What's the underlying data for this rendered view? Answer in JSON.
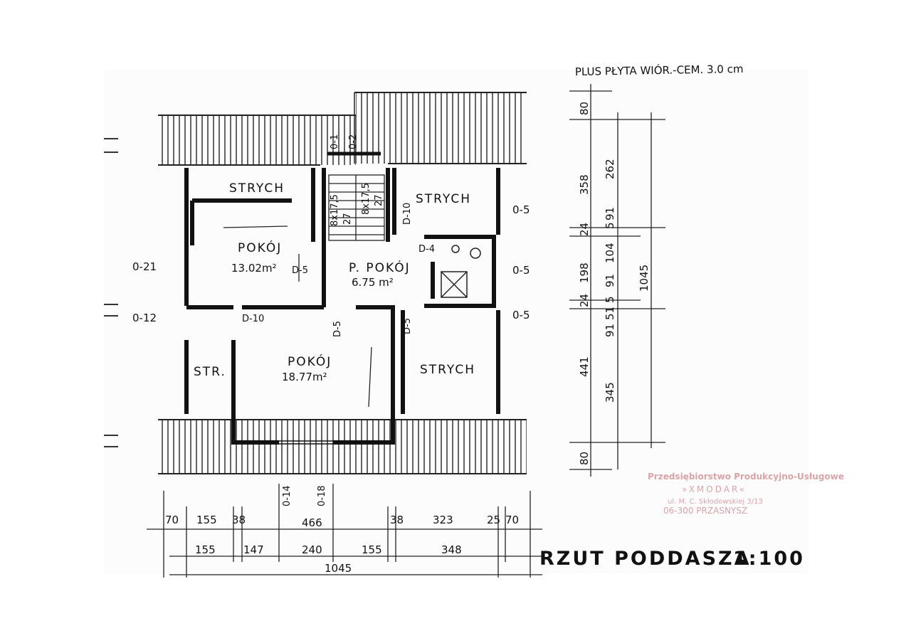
{
  "top_note": "PLUS PŁYTA WIÓR.-CEM. 3.0 cm",
  "rooms": {
    "strych_top_left": "STRYCH",
    "strych_top_right": "STRYCH",
    "pokoj_1": "POKÓJ",
    "pokoj_1_area": "13.02m²",
    "p_pokoj": "P. POKÓJ",
    "p_pokoj_area": "6.75 m²",
    "pokoj_2": "POKÓJ",
    "pokoj_2_area": "18.77m²",
    "str": "STR.",
    "strych_bottom_right": "STRYCH"
  },
  "codes": {
    "o1": "0-1",
    "o2": "0-2",
    "o21": "0-21",
    "o12": "0-12",
    "o5a": "0-5",
    "o5b": "0-5",
    "o5c": "0-5",
    "o14": "0-14",
    "o18": "0-18",
    "d10a": "D-10",
    "d10b": "D-10",
    "d4": "D-4",
    "d5a": "D-5",
    "d5b": "D-5",
    "d5c": "D-5",
    "stair_a": "8x17,5",
    "stair_b": "27",
    "stair_c": "8x17,5",
    "stair_d": "27"
  },
  "dims_bottom_row1": [
    "70",
    "155",
    "38",
    "466",
    "38",
    "323",
    "25",
    "70"
  ],
  "dims_bottom_row2": [
    "155",
    "147",
    "240",
    "155",
    "348"
  ],
  "dims_bottom_total": "1045",
  "dims_right_outer": [
    "80",
    "358",
    "24",
    "198",
    "24",
    "441",
    "80"
  ],
  "dims_right_inner": [
    "262",
    "5",
    "91",
    "104",
    "91",
    "5",
    "91",
    "51",
    "345"
  ],
  "dims_right_total": "1045",
  "title": "RZUT PODDASZA",
  "scale": "1:100",
  "stamp": {
    "line1": "Przedsiębiorstwo Produkcyjno-Usługowe",
    "line2": "»XMODAR«",
    "line3": "ul. M. C. Skłodowskiej 3/13",
    "line4": "06-300 PRZASNYSZ"
  }
}
